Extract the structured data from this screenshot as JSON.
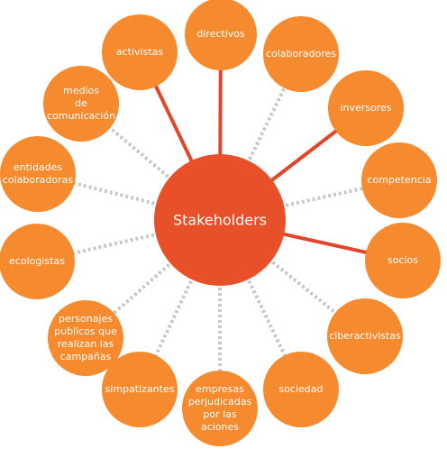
{
  "diagram": {
    "center": {
      "label": "Stakeholders",
      "color": "#e8502a"
    },
    "colors": {
      "node": "#f58a2e",
      "solid_link": "#e0472a",
      "dotted_link": "#c8c8c8"
    },
    "nodes": [
      {
        "id": "directivos",
        "lines": [
          "directivos"
        ],
        "link": "solid"
      },
      {
        "id": "colaboradores",
        "lines": [
          "colaboradores"
        ],
        "link": "dotted"
      },
      {
        "id": "inversores",
        "lines": [
          "inversores"
        ],
        "link": "solid"
      },
      {
        "id": "competencia",
        "lines": [
          "competencia"
        ],
        "link": "dotted"
      },
      {
        "id": "socios",
        "lines": [
          "socios"
        ],
        "link": "solid"
      },
      {
        "id": "ciberactivistas",
        "lines": [
          "ciberactivistas"
        ],
        "link": "dotted"
      },
      {
        "id": "sociedad",
        "lines": [
          "sociedad"
        ],
        "link": "dotted"
      },
      {
        "id": "empresas-perjudicadas",
        "lines": [
          "empresas",
          "perjudicadas",
          "por las",
          "aciones"
        ],
        "link": "dotted"
      },
      {
        "id": "simpatizantes",
        "lines": [
          "simpatizantes"
        ],
        "link": "dotted"
      },
      {
        "id": "personajes-publicos",
        "lines": [
          "personajes",
          "publicos que",
          "realizan  las",
          "campañas"
        ],
        "link": "dotted"
      },
      {
        "id": "ecologistas",
        "lines": [
          "ecologistas"
        ],
        "link": "dotted"
      },
      {
        "id": "entidades-colaboradoras",
        "lines": [
          "entidades",
          "colaboradoras"
        ],
        "link": "dotted"
      },
      {
        "id": "medios-de-comunicacion",
        "lines": [
          "medios",
          "de",
          "comunicación"
        ],
        "link": "dotted"
      },
      {
        "id": "activistas",
        "lines": [
          "activistas"
        ],
        "link": "solid"
      }
    ]
  }
}
